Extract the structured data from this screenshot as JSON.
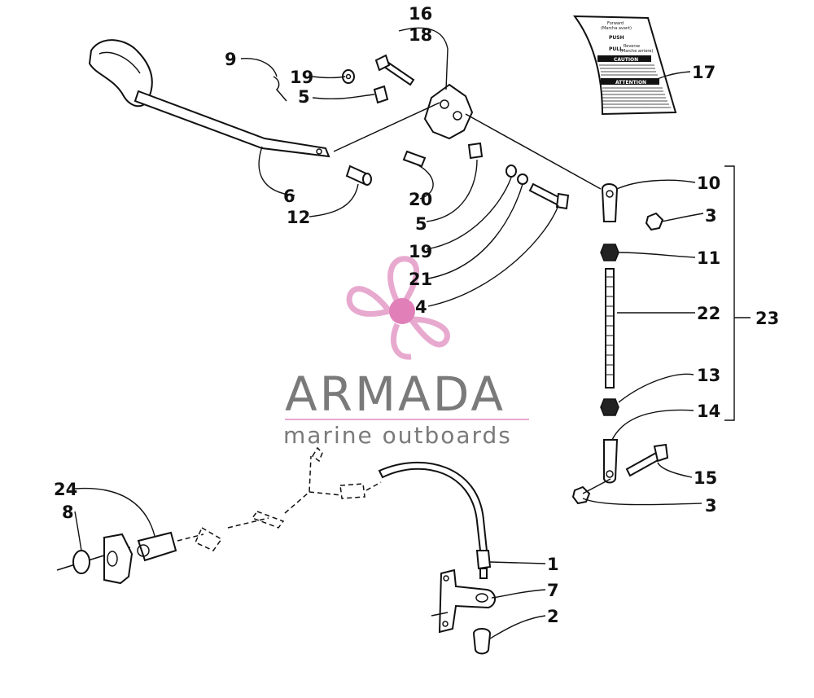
{
  "callouts": {
    "c1": "1",
    "c2": "2",
    "c3a": "3",
    "c3b": "3",
    "c4": "4",
    "c5a": "5",
    "c5b": "5",
    "c6": "6",
    "c7": "7",
    "c8": "8",
    "c9": "9",
    "c10": "10",
    "c11": "11",
    "c12": "12",
    "c13": "13",
    "c14": "14",
    "c15": "15",
    "c16": "16",
    "c17": "17",
    "c18": "18",
    "c19a": "19",
    "c19b": "19",
    "c20": "20",
    "c21": "21",
    "c22": "22",
    "c23": "23",
    "c24": "24"
  },
  "decal": {
    "top": "Forward",
    "top_sub": "(Marcha avant)",
    "push": "PUSH",
    "pull": "PULL",
    "reverse": "Reverse",
    "reverse_sub": "(Marche arriere)",
    "caution": "CAUTION",
    "attention": "ATTENTION"
  },
  "watermark": {
    "brand": "ARMADA",
    "tagline": "marine outboards",
    "colors": {
      "logo_pink": "#e8a9cf",
      "logo_center": "#e07fb8",
      "text_gray": "#7a7a7a"
    }
  }
}
